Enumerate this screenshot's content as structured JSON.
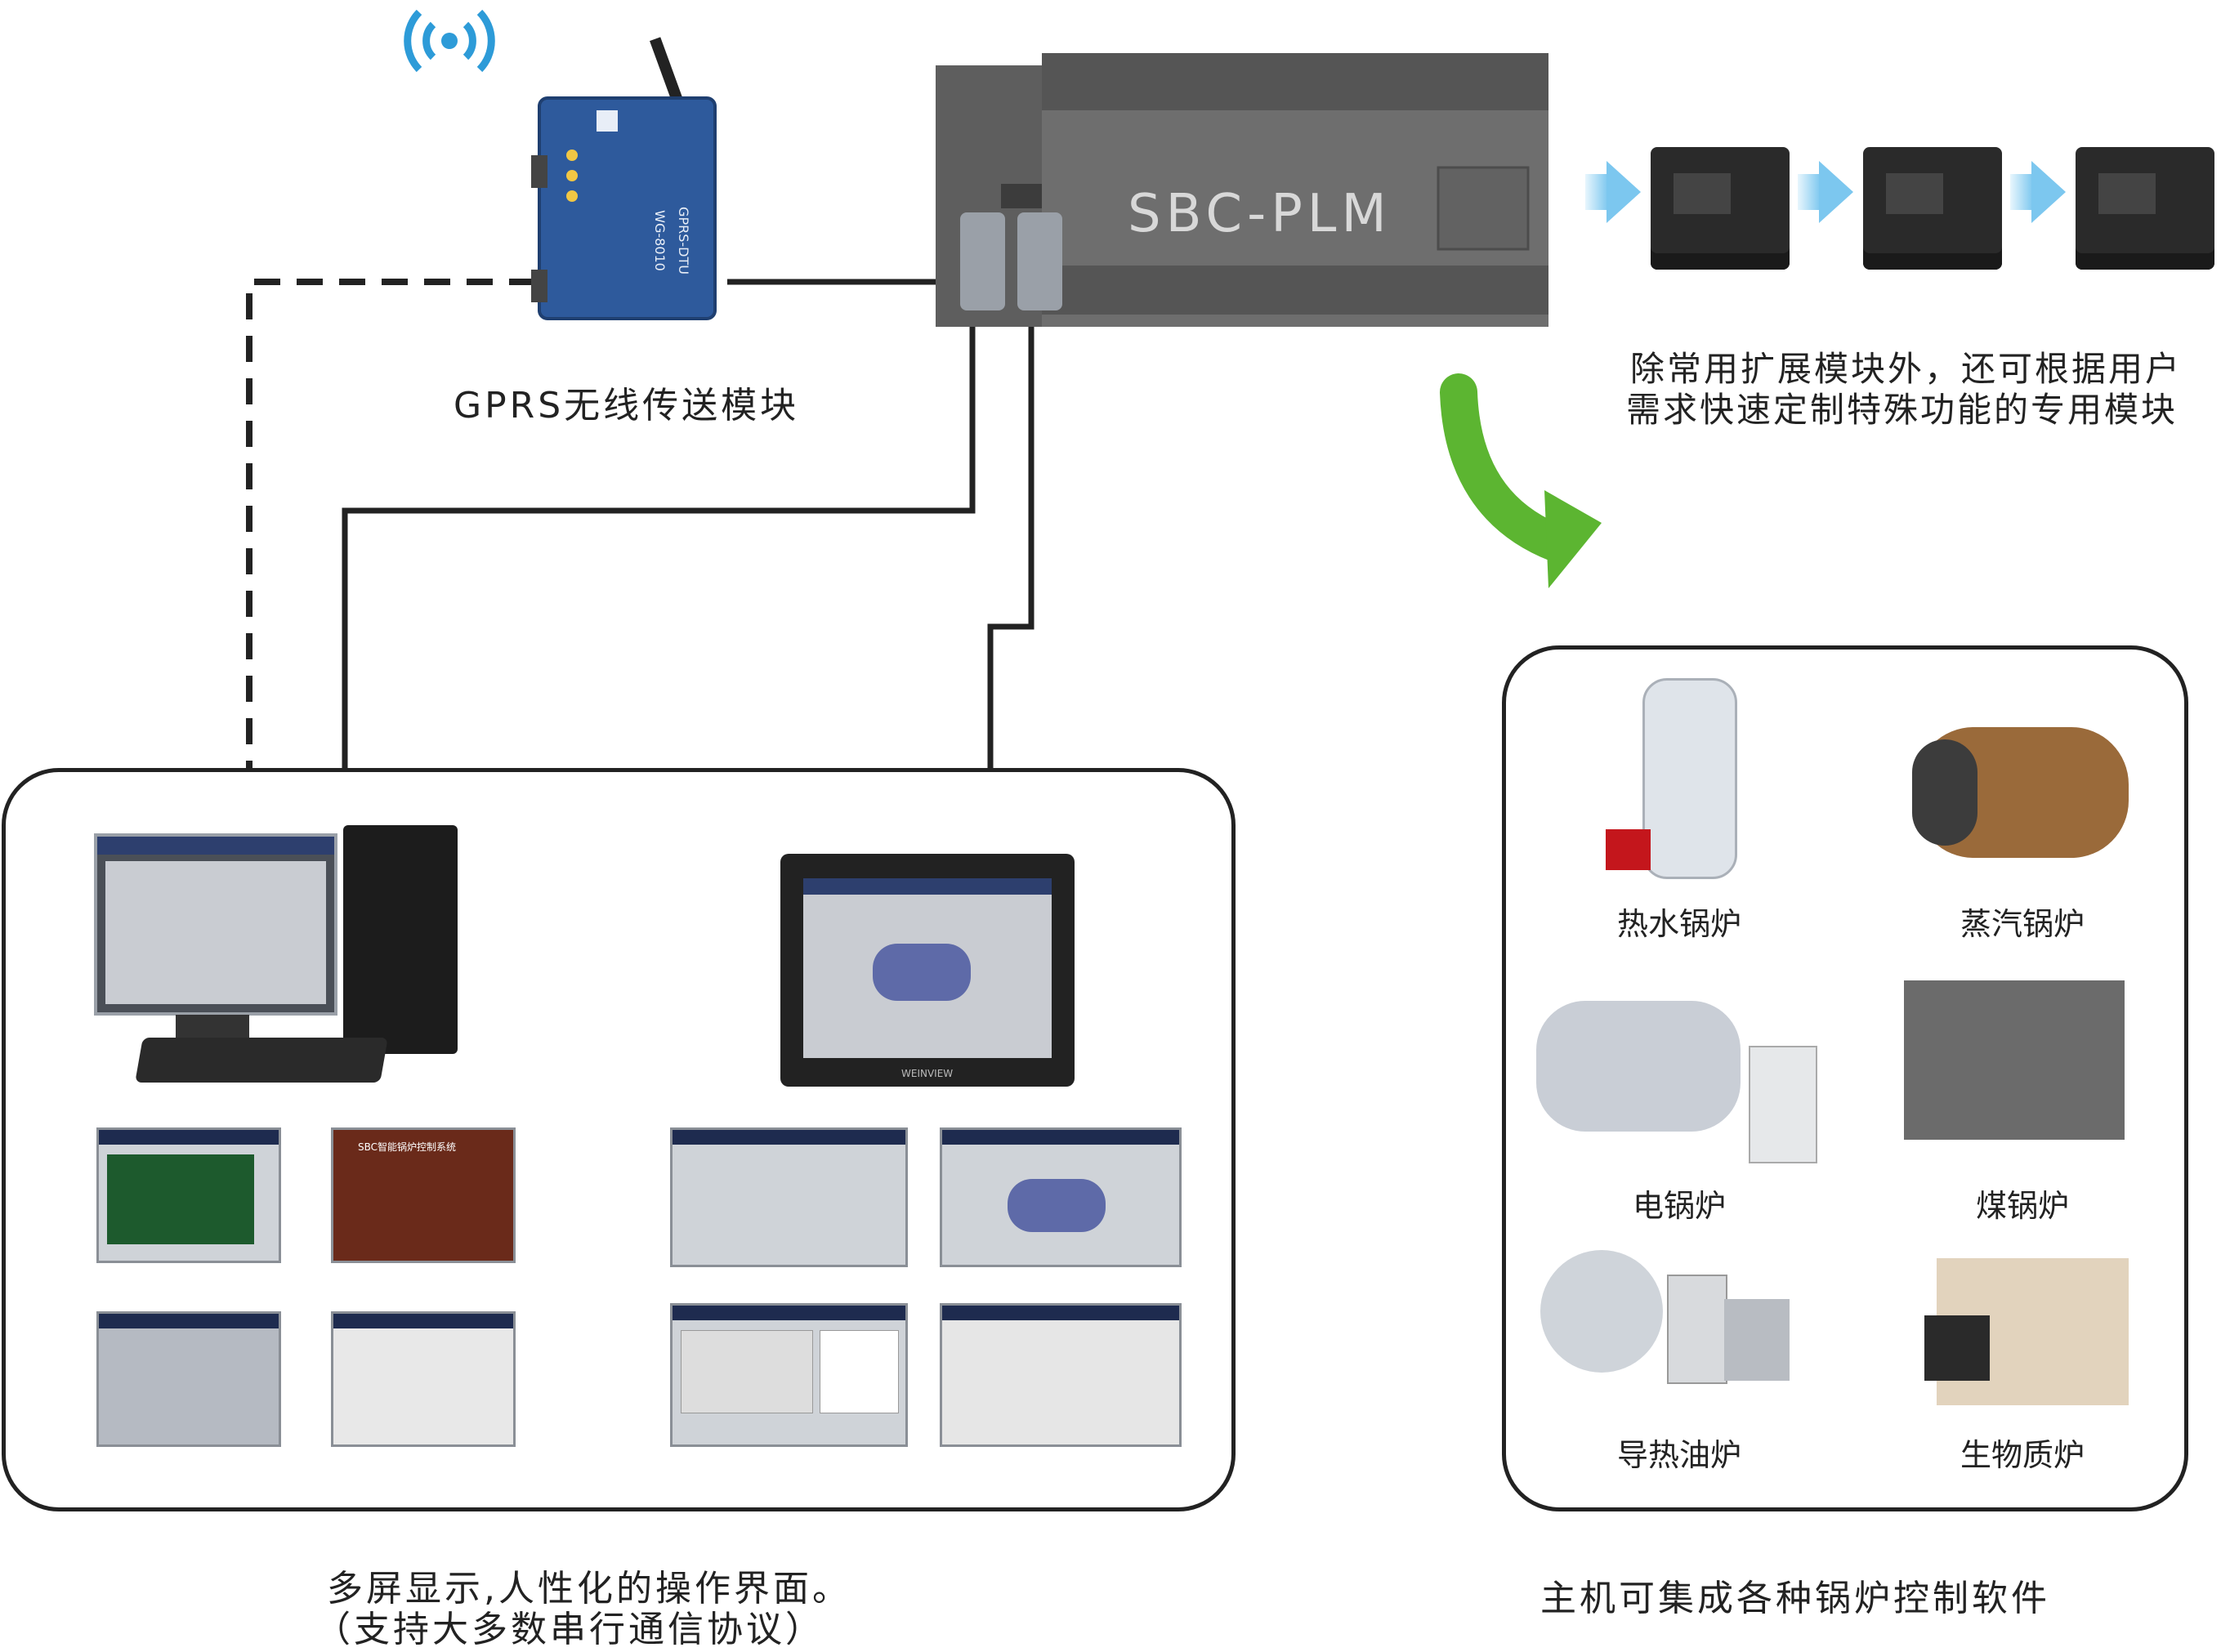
{
  "gprs_caption": "GPRS无线传送模块",
  "dtu_model": "WG-8010",
  "dtu_name": "GPRS-DTU",
  "plc_label": "SBC-PLM",
  "expansion_note_line1": "除常用扩展模块外，还可根据用户",
  "expansion_note_line2": "需求快速定制特殊功能的专用模块",
  "hmi_caption_line1": "多屏显示,人性化的操作界面。",
  "hmi_caption_line2": "（支持大多数串行通信协议）",
  "boiler_caption": "主机可集成各种锅炉控制软件",
  "boilers": [
    {
      "label": "热水锅炉",
      "color": "#dfe4ea"
    },
    {
      "label": "蒸汽锅炉",
      "color": "#9a6a3a"
    },
    {
      "label": "电锅炉",
      "color": "#c9ced6"
    },
    {
      "label": "煤锅炉",
      "color": "#6b6b6b"
    },
    {
      "label": "导热油炉",
      "color": "#cfd4da"
    },
    {
      "label": "生物质炉",
      "color": "#e2d3bd"
    }
  ],
  "hmi_brand": "WEINVIEW",
  "thumb_title": "SBC智能锅炉控制系统",
  "colors": {
    "wire": "#222222",
    "panel_border": "#222222",
    "arrow_blue": "#7cc7ef",
    "arrow_green": "#5cb531",
    "plc_body": "#6e6e6e"
  }
}
